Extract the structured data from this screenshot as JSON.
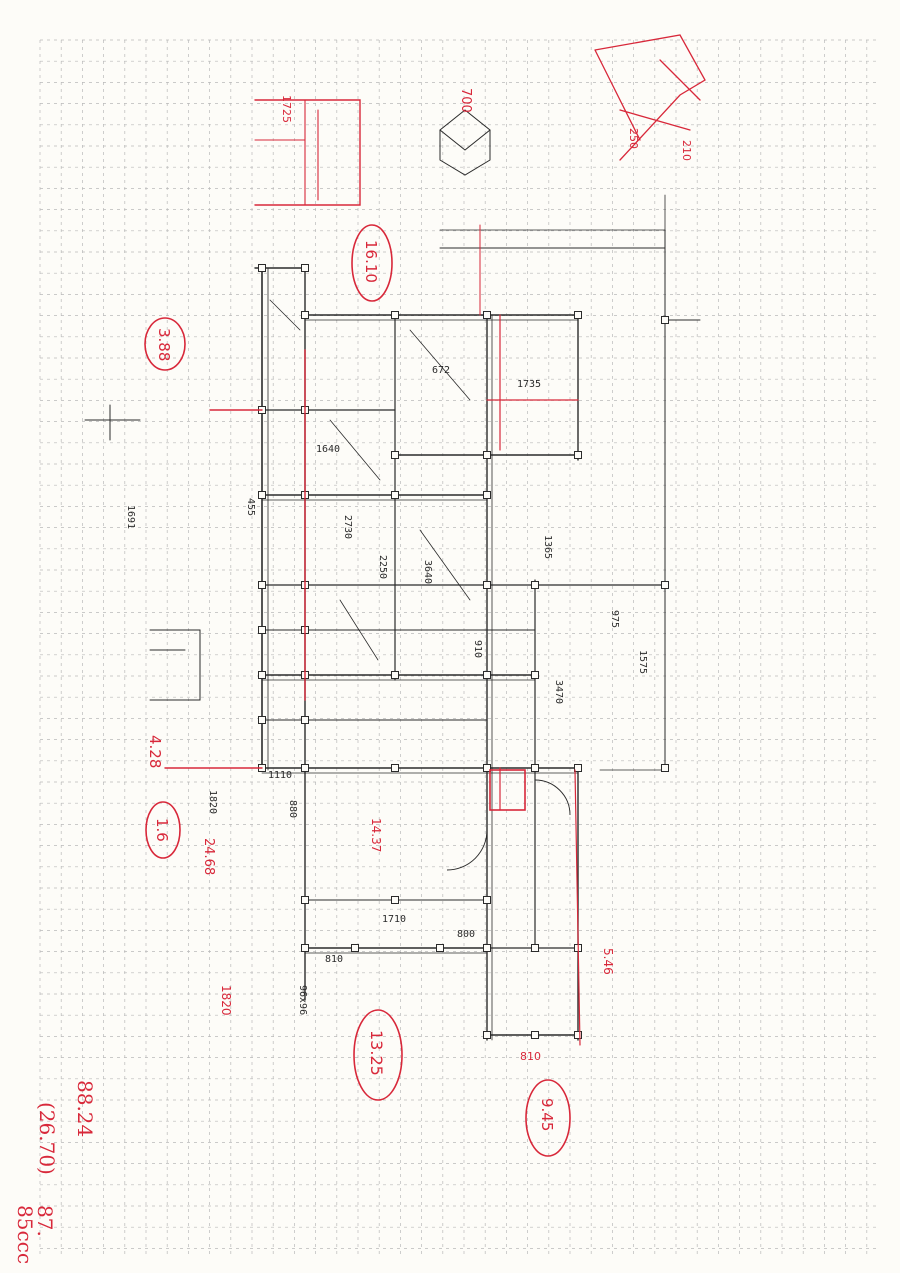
{
  "sheet": {
    "ink_color": "#2b2b2b",
    "markup_color": "#d8283a",
    "grid_color": "#b9b9b9",
    "paper_color": "#fdfcf8"
  },
  "circled_notes": [
    {
      "id": "c1",
      "text": "16.10"
    },
    {
      "id": "c2",
      "text": "3.88"
    },
    {
      "id": "c3",
      "text": "4.28"
    },
    {
      "id": "c4",
      "text": "1.6"
    },
    {
      "id": "c5",
      "text": "13.25"
    },
    {
      "id": "c6",
      "text": "9.45"
    }
  ],
  "red_marks": [
    {
      "id": "r1",
      "text": "1725"
    },
    {
      "id": "r2",
      "text": "700"
    },
    {
      "id": "r3",
      "text": "250"
    },
    {
      "id": "r4",
      "text": "210"
    },
    {
      "id": "r5",
      "text": "1820"
    },
    {
      "id": "r6",
      "text": "24.68"
    },
    {
      "id": "r7",
      "text": "14.37"
    },
    {
      "id": "r8",
      "text": "5.46"
    },
    {
      "id": "r9",
      "text": "810"
    }
  ],
  "ink_dims": [
    {
      "id": "d1",
      "text": "1820"
    },
    {
      "id": "d2",
      "text": "2730"
    },
    {
      "id": "d3",
      "text": "3640"
    },
    {
      "id": "d4",
      "text": "910"
    },
    {
      "id": "d5",
      "text": "1365"
    },
    {
      "id": "d6",
      "text": "455"
    },
    {
      "id": "d7",
      "text": "96x96"
    },
    {
      "id": "d8",
      "text": "1110"
    },
    {
      "id": "d9",
      "text": "880"
    },
    {
      "id": "d10",
      "text": "810"
    },
    {
      "id": "d11",
      "text": "1710"
    },
    {
      "id": "d12",
      "text": "800"
    },
    {
      "id": "d13",
      "text": "672"
    },
    {
      "id": "d14",
      "text": "1735"
    },
    {
      "id": "d15",
      "text": "1640"
    },
    {
      "id": "d16",
      "text": "3470"
    },
    {
      "id": "d17",
      "text": "1691"
    },
    {
      "id": "d18",
      "text": "2250"
    },
    {
      "id": "d19",
      "text": "975"
    },
    {
      "id": "d20",
      "text": "1575"
    }
  ],
  "margin_notes": {
    "area_total": "88.24",
    "area_sub": "(26.70)",
    "footer_code": "85ccc",
    "footer_mark": "87."
  }
}
